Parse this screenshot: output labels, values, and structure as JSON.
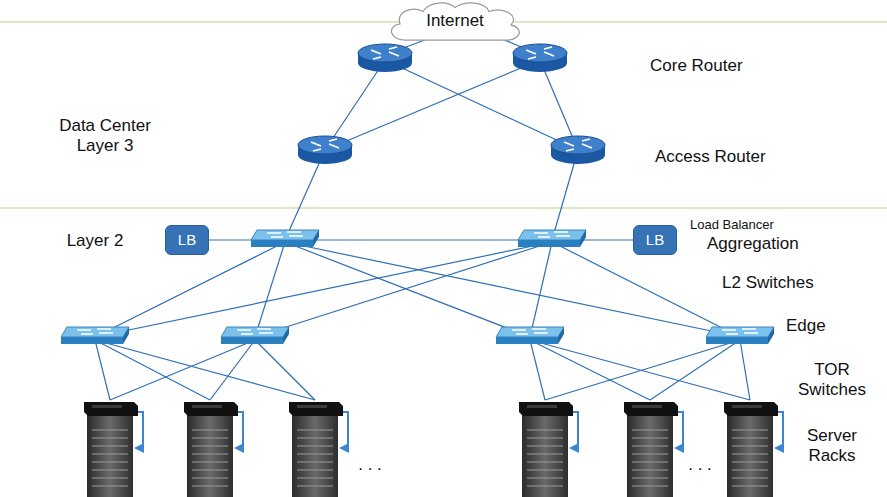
{
  "diagram": {
    "nodes": [
      {
        "text": [
          "Internet"
        ]
      },
      {
        "text": [
          "LB"
        ]
      },
      {
        "text": [
          "LB"
        ]
      }
    ],
    "labels": [
      "Core Router",
      "Data Center Layer 3",
      "Access Router",
      "Layer 2",
      "Load Balancer",
      "Aggregation",
      "L2 Switches",
      "Edge",
      "TOR Switches",
      "Server Racks",
      ". . .",
      ". . ."
    ]
  }
}
